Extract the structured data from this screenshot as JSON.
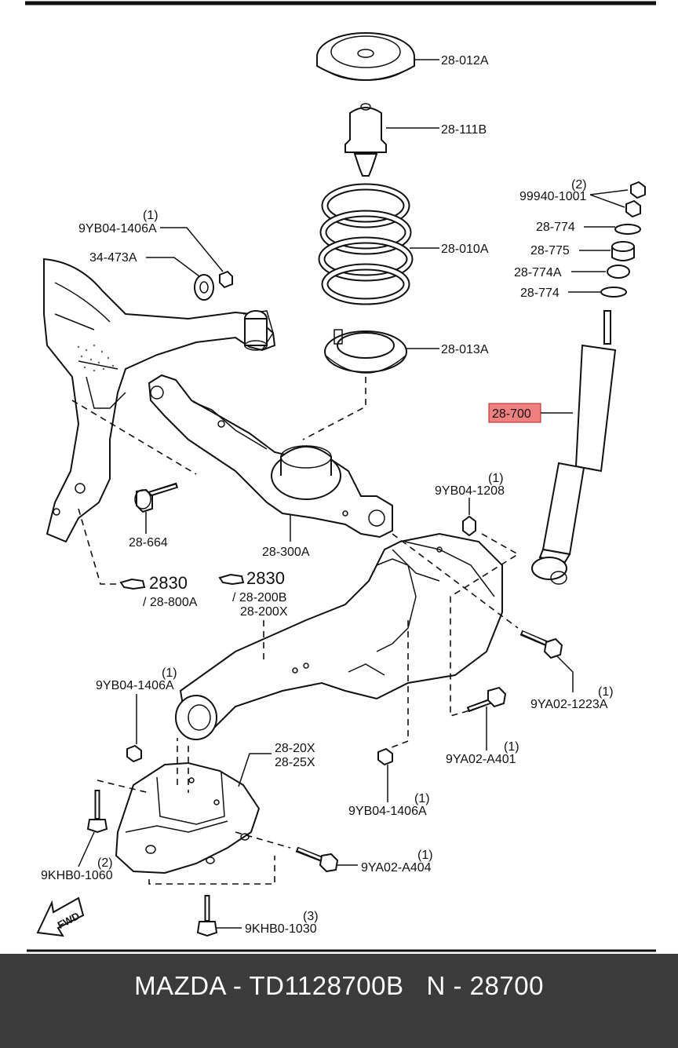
{
  "callouts": {
    "c28012A": "28-012A",
    "c281118": "28-111B",
    "c28010A": "28-010A",
    "c28013A": "28-013A",
    "c28700": "28-700",
    "c99940_qty": "(2)",
    "c99940": "99940-1001",
    "c28774_top": "28-774",
    "c28775": "28-775",
    "c28774A": "28-774A",
    "c28774_bot": "28-774",
    "c9YB04_top_qty": "(1)",
    "c9YB04_top": "9YB04-1406A",
    "c34473A": "34-473A",
    "c9YB04_1208_qty": "(1)",
    "c9YB04_1208": "9YB04-1208",
    "c28664": "28-664",
    "c28300A": "28-300A",
    "ref2830a_num": "2830",
    "ref2830a_sub": "/ 28-800A",
    "ref2830b_num": "2830",
    "ref2830b_sub1": "/ 28-200B",
    "ref2830b_sub2": "28-200X",
    "c9YB04_left_qty": "(1)",
    "c9YB04_left": "9YB04-1406A",
    "c9YA02_1223_qty": "(1)",
    "c9YA02_1223": "9YA02-1223A",
    "c9YA02_A401_qty": "(1)",
    "c9YA02_A401": "9YA02-A401",
    "c2820X": "28-20X",
    "c2825X": "28-25X",
    "c9YB04_bot_qty": "(1)",
    "c9YB04_bot": "9YB04-1406A",
    "c9KHB0_1060_qty": "(2)",
    "c9KHB0_1060": "9KHB0-1060",
    "c9YA02_A404_qty": "(1)",
    "c9YA02_A404": "9YA02-A404",
    "c9KHB0_1030_qty": "(3)",
    "c9KHB0_1030": "9KHB0-1030",
    "fwd": "FWD"
  },
  "highlight_color": "#f08080",
  "footer": {
    "text": "MAZDA - TD1128700B   N - 28700"
  }
}
